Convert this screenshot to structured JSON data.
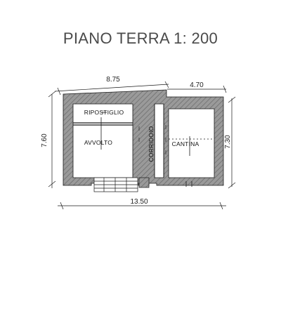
{
  "title": "PIANO TERRA 1: 200",
  "dimensions": {
    "top_left": "8.75",
    "top_right": "4.70",
    "bottom": "13.50",
    "left": "7.60",
    "right": "7.30"
  },
  "rooms": {
    "ripostiglio": "RIPOSTIGLIO",
    "avvolto": "AVVOLTO",
    "corridoio": "CORRIDOIO",
    "cantina": "CANTINA"
  },
  "colors": {
    "wall": "#8a8a8a",
    "line": "#1a1a1a",
    "title": "#4a4a4a"
  }
}
